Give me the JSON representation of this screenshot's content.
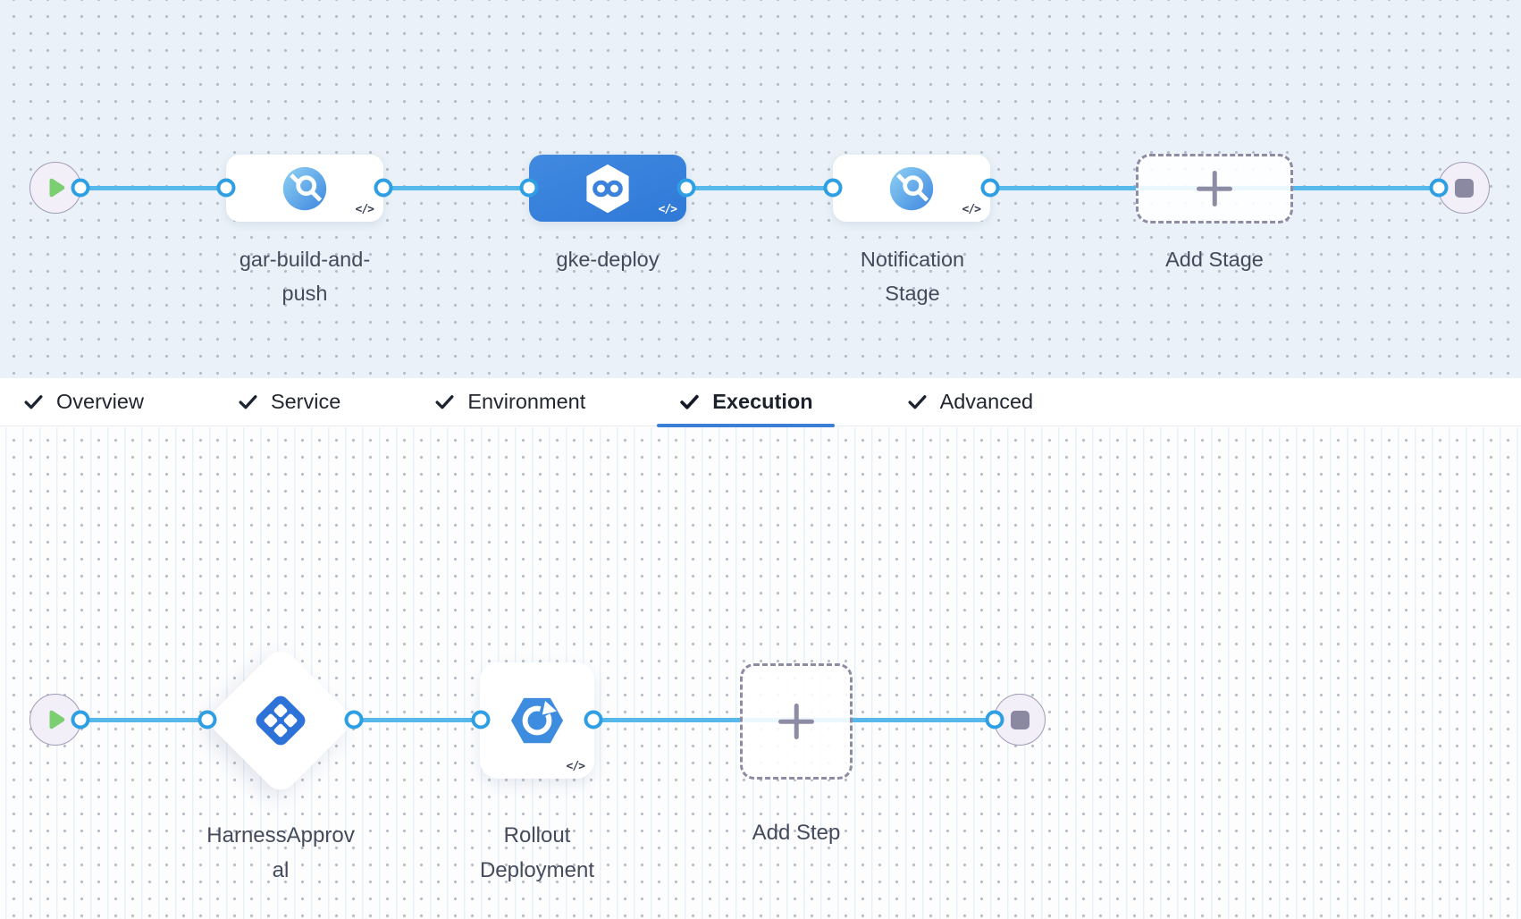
{
  "pipeline_graph": {
    "start": {
      "icon": "play-icon"
    },
    "end": {
      "icon": "stop-icon"
    },
    "stages": [
      {
        "name": "gar-build-and-push",
        "label_line1": "gar-build-and-",
        "label_line2": "push",
        "icon": "cloud-build-icon",
        "selected": false,
        "yaml_badge": "</>"
      },
      {
        "name": "gke-deploy",
        "label_line1": "gke-deploy",
        "label_line2": "",
        "icon": "pipeline-infinity-icon",
        "selected": true,
        "yaml_badge": "</>"
      },
      {
        "name": "Notification Stage",
        "label_line1": "Notification",
        "label_line2": "Stage",
        "icon": "cloud-build-icon",
        "selected": false,
        "yaml_badge": "</>"
      }
    ],
    "add_stage_label": "Add Stage"
  },
  "tabs": [
    {
      "label": "Overview",
      "checked": true,
      "active": false
    },
    {
      "label": "Service",
      "checked": true,
      "active": false
    },
    {
      "label": "Environment",
      "checked": true,
      "active": false
    },
    {
      "label": "Execution",
      "checked": true,
      "active": true
    },
    {
      "label": "Advanced",
      "checked": true,
      "active": false
    }
  ],
  "execution_graph": {
    "start": {
      "icon": "play-icon"
    },
    "end": {
      "icon": "stop-icon"
    },
    "steps": [
      {
        "name": "HarnessApproval",
        "label_line1": "HarnessApprov",
        "label_line2": "al",
        "icon": "approval-diamond-icon",
        "yaml_badge": ""
      },
      {
        "name": "Rollout Deployment",
        "label_line1": "Rollout",
        "label_line2": "Deployment",
        "icon": "rollout-refresh-icon",
        "yaml_badge": "</>"
      }
    ],
    "add_step_label": "Add Step"
  },
  "colors": {
    "canvas_top_bg": "#eaf1f8",
    "canvas_bottom_bg": "#fdfdfe",
    "connector": "#57b8ec",
    "port_ring": "#2f9fe4",
    "selected_stage": "#3b82dc",
    "dashed_border": "#8e8ba4",
    "play_green": "#7bcf70",
    "stop_gray": "#8b89a2",
    "tab_underline": "#3b7ed6",
    "label_text": "#434a5a"
  }
}
